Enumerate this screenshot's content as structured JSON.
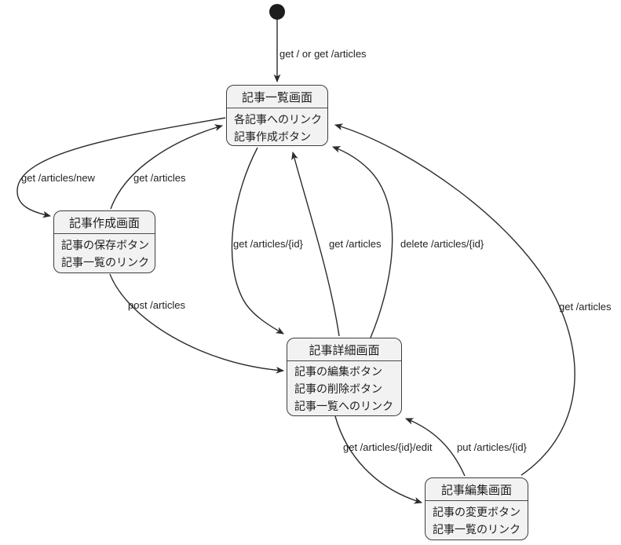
{
  "diagram": {
    "type": "state-diagram",
    "language": "ja",
    "colors": {
      "background": "#ffffff",
      "node_fill": "#f2f2f2",
      "node_border": "#3e3e3e",
      "edge": "#2b2b2b",
      "initial_dot": "#1d1d1d"
    },
    "nodes": {
      "list": {
        "title": "記事一覧画面",
        "lines": [
          "各記事へのリンク",
          "記事作成ボタン"
        ]
      },
      "create": {
        "title": "記事作成画面",
        "lines": [
          "記事の保存ボタン",
          "記事一覧のリンク"
        ]
      },
      "detail": {
        "title": "記事詳細画面",
        "lines": [
          "記事の編集ボタン",
          "記事の削除ボタン",
          "記事一覧へのリンク"
        ]
      },
      "edit": {
        "title": "記事編集画面",
        "lines": [
          "記事の変更ボタン",
          "記事一覧のリンク"
        ]
      }
    },
    "edges": {
      "start_to_list": "get / or get /articles",
      "list_to_create": "get /articles/new",
      "create_to_list": "get /articles",
      "create_to_detail": "post /articles",
      "list_to_detail": "get /articles/{id}",
      "detail_to_list": "get /articles",
      "detail_to_list_delete": "delete /articles/{id}",
      "detail_to_edit": "get /articles/{id}/edit",
      "edit_to_detail": "put /articles/{id}",
      "edit_to_list": "get /articles"
    }
  }
}
